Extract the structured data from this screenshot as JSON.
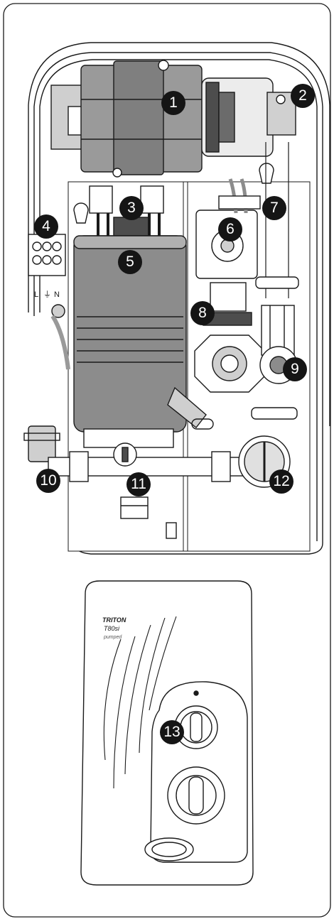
{
  "callouts": [
    {
      "id": "1",
      "label": "1"
    },
    {
      "id": "2",
      "label": "2"
    },
    {
      "id": "3",
      "label": "3"
    },
    {
      "id": "4",
      "label": "4"
    },
    {
      "id": "5",
      "label": "5"
    },
    {
      "id": "6",
      "label": "6"
    },
    {
      "id": "7",
      "label": "7"
    },
    {
      "id": "8",
      "label": "8"
    },
    {
      "id": "9",
      "label": "9"
    },
    {
      "id": "10",
      "label": "10"
    },
    {
      "id": "11",
      "label": "11"
    },
    {
      "id": "12",
      "label": "12"
    },
    {
      "id": "13",
      "label": "13"
    }
  ],
  "terminal": {
    "live": "L",
    "earth": "⏚",
    "neutral": "N"
  },
  "front_cover": {
    "brand": "TRITON",
    "model": "T80si",
    "subtitle": "pumped"
  },
  "colors": {
    "line": "#1a1a1a",
    "callout_bg": "#151515",
    "component_grey": "#8c8c8c",
    "dark_grey": "#4d4d4d",
    "light_grey": "#d9d9d9"
  }
}
